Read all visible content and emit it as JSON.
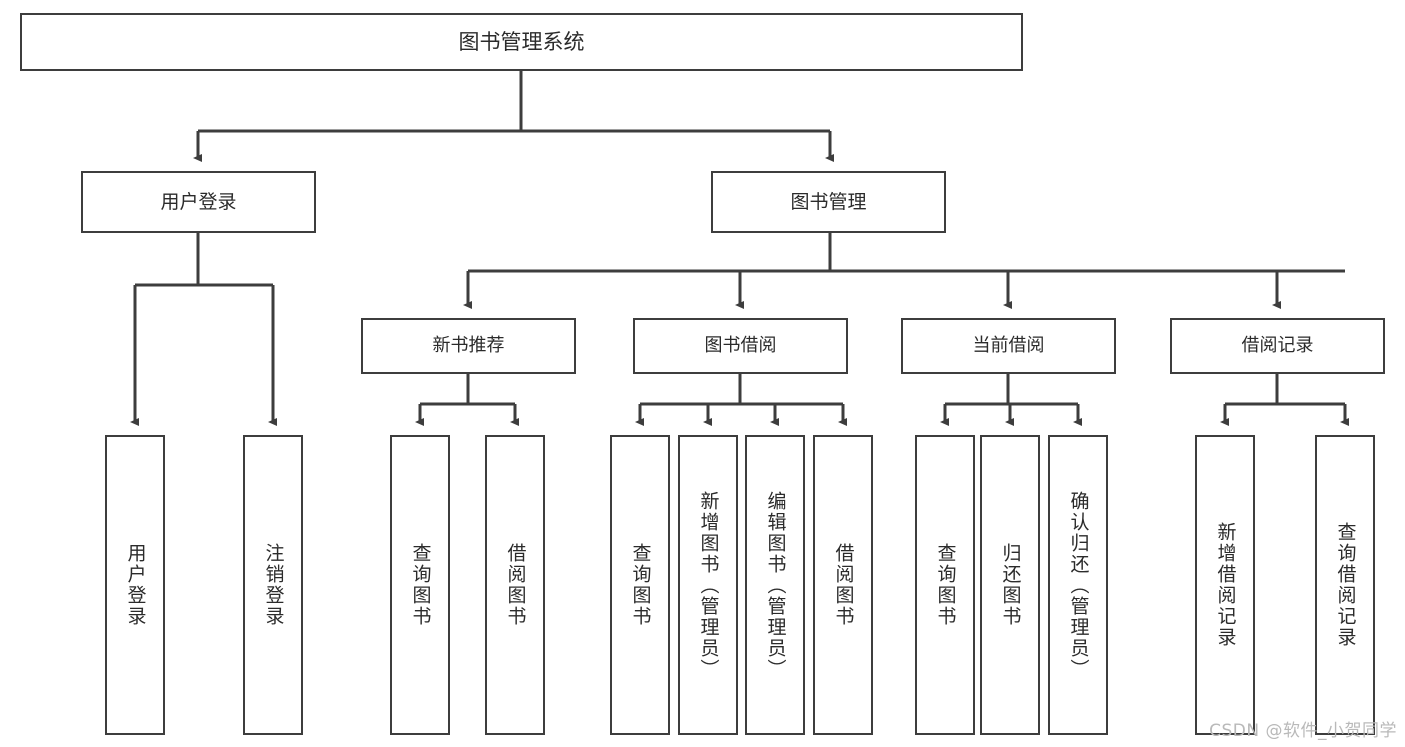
{
  "diagram": {
    "type": "tree",
    "title": "图书管理系统",
    "colors": {
      "stroke": "#3d3d3d",
      "fill": "#ffffff",
      "text": "#2b2b2b",
      "watermark": "#b9b9b9"
    },
    "watermark": "CSDN @软件_小贺同学",
    "nodes": {
      "root": {
        "label": "图书管理系统",
        "level": 0
      },
      "l1": [
        {
          "id": "user-login",
          "label": "用户登录"
        },
        {
          "id": "book-manage",
          "label": "图书管理"
        }
      ],
      "l2": [
        {
          "id": "new-book-rec",
          "label": "新书推荐"
        },
        {
          "id": "book-borrow",
          "label": "图书借阅"
        },
        {
          "id": "current-borrow",
          "label": "当前借阅"
        },
        {
          "id": "borrow-record",
          "label": "借阅记录"
        }
      ],
      "leaves": {
        "user-login": [
          {
            "id": "leaf-user-login",
            "label": "用户登录"
          },
          {
            "id": "leaf-logout",
            "label": "注销登录"
          }
        ],
        "new-book-rec": [
          {
            "id": "leaf-query-book-1",
            "label": "查询图书"
          },
          {
            "id": "leaf-borrow-book-1",
            "label": "借阅图书"
          }
        ],
        "book-borrow": [
          {
            "id": "leaf-query-book-2",
            "label": "查询图书"
          },
          {
            "id": "leaf-add-book",
            "label": "新增图书（管理员）"
          },
          {
            "id": "leaf-edit-book",
            "label": "编辑图书（管理员）"
          },
          {
            "id": "leaf-borrow-book-2",
            "label": "借阅图书"
          }
        ],
        "current-borrow": [
          {
            "id": "leaf-query-book-3",
            "label": "查询图书"
          },
          {
            "id": "leaf-return-book",
            "label": "归还图书"
          },
          {
            "id": "leaf-confirm-return",
            "label": "确认归还（管理员）"
          }
        ],
        "borrow-record": [
          {
            "id": "leaf-add-record",
            "label": "新增借阅记录"
          },
          {
            "id": "leaf-query-record",
            "label": "查询借阅记录"
          }
        ]
      }
    }
  }
}
